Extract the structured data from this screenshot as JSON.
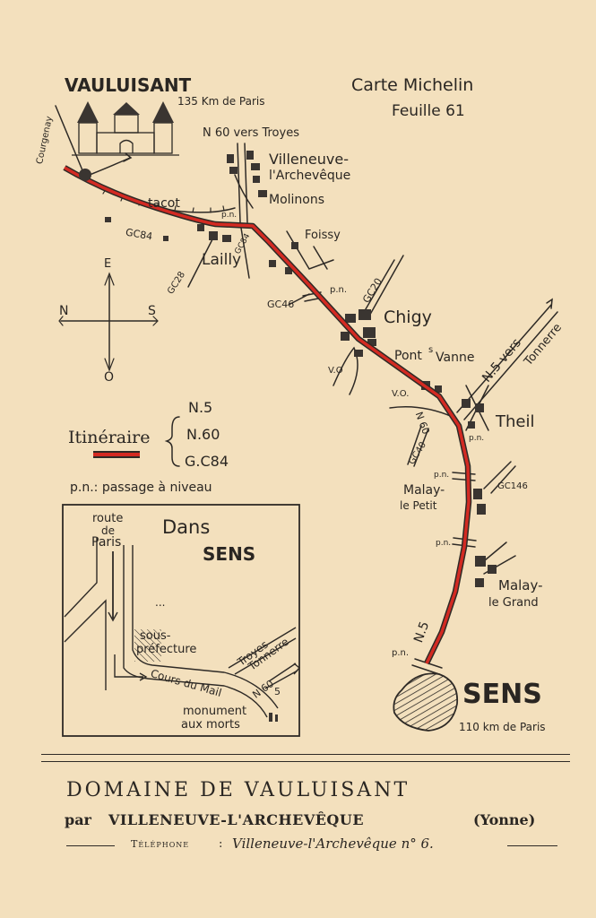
{
  "header": {
    "vauluisant": "VAULUISANT",
    "distance_paris": "135 Km de Paris",
    "courgenay": "Courgenay",
    "carte_line1": "Carte Michelin",
    "carte_line2": "Feuille 61"
  },
  "places": {
    "n60_troyes": "N 60 vers Troyes",
    "villeneuve1": "Villeneuve-",
    "villeneuve2": "l'Archevêque",
    "molinons": "Molinons",
    "tacot": "tacot",
    "pn_top": "p.n.",
    "gc84": "GC84",
    "gc84b": "GC84",
    "lailly": "Lailly",
    "foissy": "Foissy",
    "gc28": "GC28",
    "gc46": "GC46",
    "gc20": "GC20",
    "pn_chigy": "p.n.",
    "chigy": "Chigy",
    "vo1": "V.O",
    "pont_vanne": "Pont",
    "pont_s": "s",
    "pont_vanne2": "Vanne",
    "n5_tonnerre": "N.5 vers",
    "tonnerre": "Tonnerre",
    "vo2": "V.O.",
    "n60_mid": "N 60",
    "gc40": "GC40",
    "pn_theil": "p.n.",
    "theil": "Theil",
    "pn_malay": "p.n.",
    "malay_petit1": "Malay-",
    "malay_petit2": "le Petit",
    "gc146": "GC146",
    "pn_grand": "p.n.",
    "malay_grand1": "Malay-",
    "malay_grand2": "le Grand",
    "n5_low": "N.5",
    "pn_sens": "p.n.",
    "sens": "SENS",
    "sens_km": "110 km de Paris"
  },
  "compass": {
    "e": "E",
    "n": "N",
    "s": "S",
    "o": "O"
  },
  "legend": {
    "itineraire": "Itinéraire",
    "roads": [
      "N.5",
      "N.60",
      "G.C84"
    ],
    "pn_note": "p.n.: passage à niveau",
    "route_color": "#d32a22"
  },
  "inset": {
    "route1": "route",
    "route2": "de",
    "route3": "Paris",
    "title1": "Dans",
    "title2": "SENS",
    "dots": "...",
    "sous1": "sous-",
    "sous2": "préfecture",
    "cours": "Cours du Mail",
    "troyes": "Troyes",
    "tonnerre": "Tonnerre",
    "n60": "N 60",
    "n5": "5",
    "monument1": "monument",
    "monument2": "aux morts"
  },
  "footer": {
    "domaine": "DOMAINE DE VAULUISANT",
    "par": "par",
    "villeneuve": "VILLENEUVE-L'ARCHEVÊQUE",
    "yonne": "(Yonne)",
    "telephone": "Téléphone",
    "colon": ":",
    "tel_text": "Villeneuve-l'Archevêque n° 6."
  }
}
